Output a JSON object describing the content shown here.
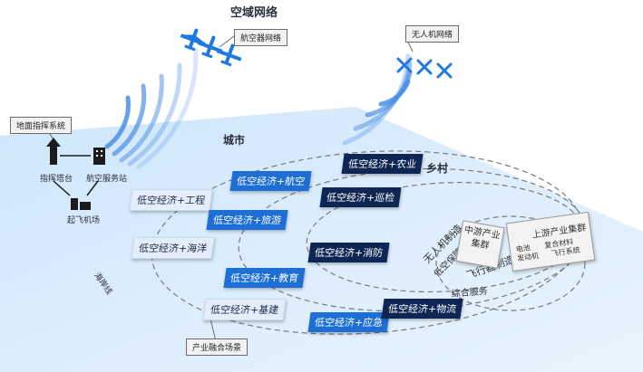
{
  "titles": {
    "airspace_network": "空域网络",
    "city": "城市",
    "village": "乡村",
    "coastline": "海岸线"
  },
  "callouts": {
    "aircraft_network": "航空器网络",
    "drone_network": "无人机网络",
    "ground_command": "地面指挥系统",
    "industry_scenarios": "产业融合场景"
  },
  "infrastructure": {
    "control_tower": "指挥塔台",
    "service_station": "航空服务站",
    "airport": "起飞机场"
  },
  "scenarios": [
    {
      "label": "低空经济+航空"
    },
    {
      "label": "低空经济+农业"
    },
    {
      "label": "低空经济+工程"
    },
    {
      "label": "低空经济+巡检"
    },
    {
      "label": "低空经济+旅游"
    },
    {
      "label": "低空经济+消防"
    },
    {
      "label": "低空经济+海洋"
    },
    {
      "label": "低空经济+教育"
    },
    {
      "label": "低空经济+基建"
    },
    {
      "label": "低空经济+应急"
    },
    {
      "label": "低空经济+物流"
    }
  ],
  "industry": {
    "manufacturing": "无人机制造",
    "support": "低空保障",
    "flight_mfg": "飞行器制造",
    "services": "综合服务",
    "midstream": "中游产业集群",
    "upstream": "上游产业集群",
    "upstream_items": [
      "电池",
      "发动机",
      "复合材料",
      "飞行系统"
    ]
  },
  "colors": {
    "dark": "#0f2654",
    "mid": "#1d6fd6",
    "light": "#e4eefb",
    "signal": "#4a8fe6",
    "plane": "#1f7ae0"
  }
}
